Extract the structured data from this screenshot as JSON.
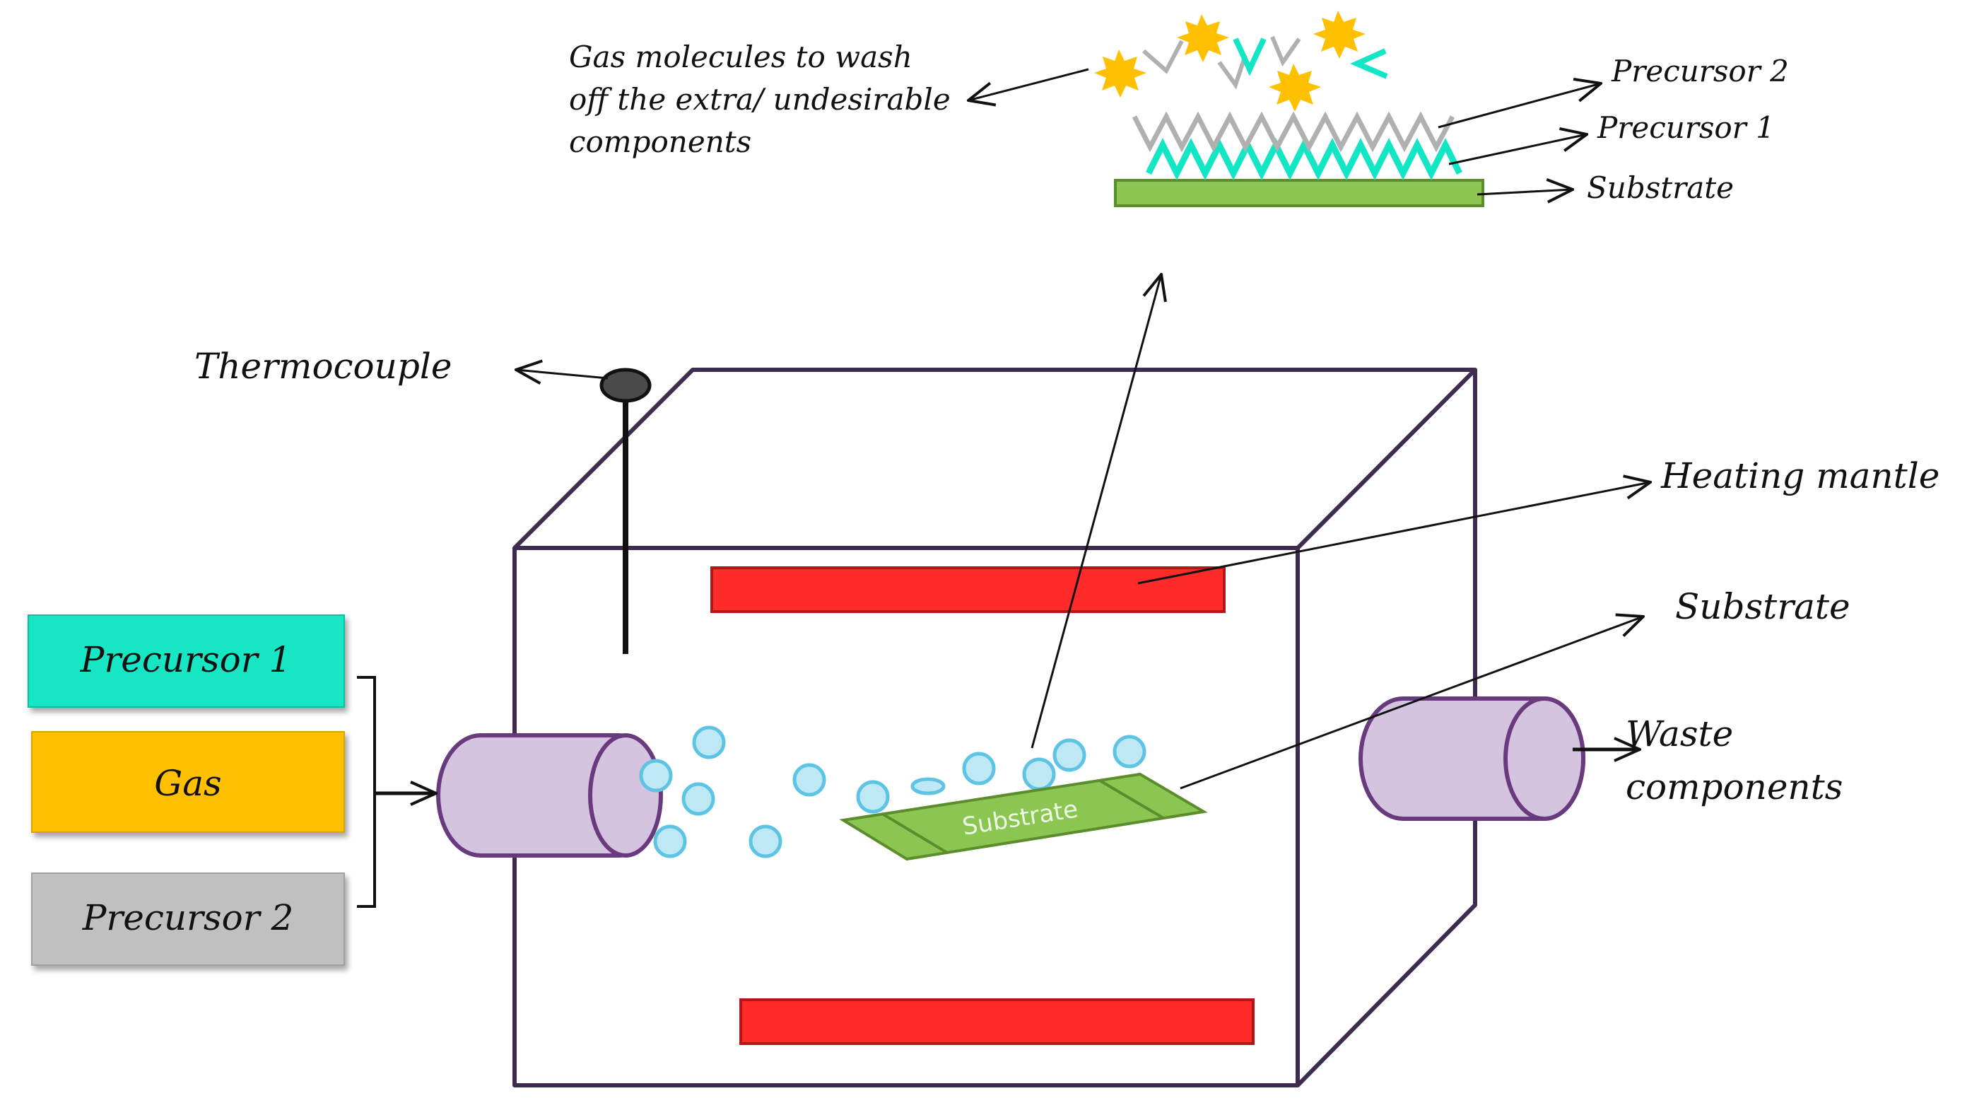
{
  "labels": {
    "gas_note_lines": [
      "Gas molecules to wash",
      "off the extra/ undesirable",
      "components"
    ],
    "top_precursor2": "Precursor 2",
    "top_precursor1": "Precursor 1",
    "top_substrate": "Substrate",
    "thermocouple": "Thermocouple",
    "heating_mantle": "Heating mantle",
    "substrate": "Substrate",
    "waste_lines": [
      "Waste",
      "components"
    ],
    "substrate_on_plate": "Substrate"
  },
  "inputs": [
    {
      "label": "Precursor 1",
      "color": "#12e6c4"
    },
    {
      "label": "Gas",
      "color": "#ffc000"
    },
    {
      "label": "Precursor 2",
      "color": "#c0c0c0"
    }
  ],
  "colors": {
    "chamber_outline": "#3d2b50",
    "heater": "#ff2a2a",
    "substrate": "#8bc653",
    "tube_fill": "#d5c4df",
    "tube_stroke": "#6a3a7e",
    "bubble_fill": "#bfe8f5",
    "bubble_stroke": "#5ec4e4",
    "star": "#ffc000",
    "precursor1_wave": "#12e6c4",
    "precursor2_wave": "#b0b0b0"
  }
}
